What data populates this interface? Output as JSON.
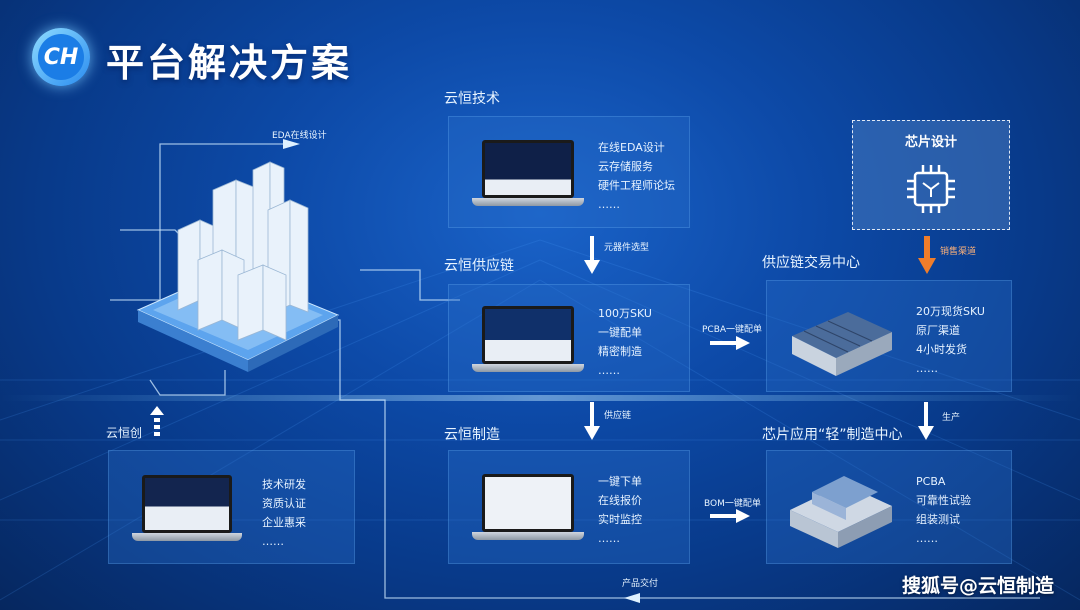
{
  "header": {
    "title": "平台解决方案",
    "logo_text": "CH"
  },
  "links": {
    "eda_online": "EDA在线设计",
    "yunheng_chuang": "云恒创"
  },
  "yunheng_chuang_panel": {
    "features": [
      "技术研发",
      "资质认证",
      "企业惠采",
      "……"
    ]
  },
  "sections": {
    "tech": {
      "title": "云恒技术",
      "features": [
        "在线EDA设计",
        "云存储服务",
        "硬件工程师论坛",
        "……"
      ]
    },
    "supply": {
      "title": "云恒供应链",
      "features": [
        "100万SKU",
        "一键配单",
        "精密制造",
        "……"
      ]
    },
    "manufacture": {
      "title": "云恒制造",
      "features": [
        "一键下单",
        "在线报价",
        "实时监控",
        "……"
      ]
    },
    "trade_center": {
      "title": "供应链交易中心",
      "features": [
        "20万现货SKU",
        "原厂渠道",
        "4小时发货",
        "……"
      ]
    },
    "light_center": {
      "title": "芯片应用“轻”制造中心",
      "features": [
        "PCBA",
        "可靠性试验",
        "组装测试",
        "……"
      ]
    }
  },
  "flow_labels": {
    "component_selection": "元器件选型",
    "supply_chain": "供应链",
    "pcba_one_click": "PCBA一键配单",
    "bom_one_click": "BOM一键配单",
    "sales_channel": "销售渠道",
    "production": "生产",
    "product_delivery": "产品交付"
  },
  "chip_design": {
    "title": "芯片设计",
    "icon": "chip-icon"
  },
  "watermark": "搜狐号@云恒制造",
  "colors": {
    "accent_orange": "#f07d2a",
    "bg_dark": "#06275f",
    "bg_light": "#1a63c9"
  }
}
